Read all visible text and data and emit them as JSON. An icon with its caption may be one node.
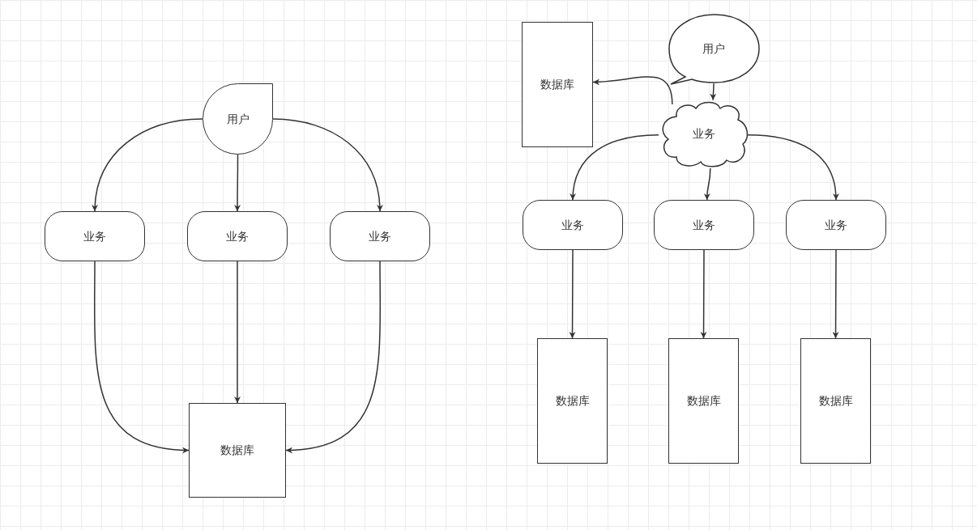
{
  "diagram": {
    "nodes": [
      {
        "text": [
          "用户"
        ]
      },
      {
        "text": [
          "业务"
        ]
      },
      {
        "text": [
          "业务"
        ]
      },
      {
        "text": [
          "业务"
        ]
      },
      {
        "text": [
          "数据库"
        ]
      },
      {
        "text": [
          "数据库"
        ]
      },
      {
        "text": [
          "用户"
        ]
      },
      {
        "text": [
          "业务"
        ]
      },
      {
        "text": [
          "业务"
        ]
      },
      {
        "text": [
          "业务"
        ]
      },
      {
        "text": [
          "业务"
        ]
      },
      {
        "text": [
          "数据库"
        ]
      },
      {
        "text": [
          "数据库"
        ]
      },
      {
        "text": [
          "数据库"
        ]
      }
    ],
    "edges": [
      {
        "from": 0,
        "to": 1,
        "arrow": "to"
      },
      {
        "from": 0,
        "to": 2,
        "arrow": "to"
      },
      {
        "from": 0,
        "to": 3,
        "arrow": "to"
      },
      {
        "from": 1,
        "to": 4,
        "arrow": "to"
      },
      {
        "from": 2,
        "to": 4,
        "arrow": "to"
      },
      {
        "from": 3,
        "to": 4,
        "arrow": "to"
      },
      {
        "from": 6,
        "to": 7,
        "arrow": "to"
      },
      {
        "from": 7,
        "to": 5,
        "arrow": "to"
      },
      {
        "from": 7,
        "to": 8,
        "arrow": "to"
      },
      {
        "from": 7,
        "to": 9,
        "arrow": "to"
      },
      {
        "from": 7,
        "to": 10,
        "arrow": "to"
      },
      {
        "from": 8,
        "to": 11,
        "arrow": "to"
      },
      {
        "from": 9,
        "to": 12,
        "arrow": "to"
      },
      {
        "from": 10,
        "to": 13,
        "arrow": "to"
      }
    ]
  }
}
